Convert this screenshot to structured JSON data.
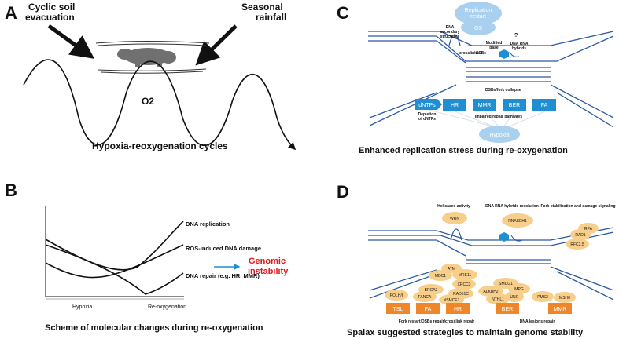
{
  "panelA": {
    "letter": "A",
    "left_line1": "Cyclic soil",
    "left_line2": "evacuation",
    "right_line1": "Seasonal",
    "right_line2": "rainfall",
    "o2": "O2",
    "caption": "Hypoxia-reoxygenation cycles"
  },
  "panelB": {
    "letter": "B",
    "curve1": "DNA replication",
    "curve2": "ROS-induced DNA damage",
    "curve3": "DNA repair (e.g. HR, MMR)",
    "result_line1": "Genomic",
    "result_line2": "instability",
    "x_left": "Hypoxia",
    "x_right": "Re-oxygenation",
    "caption": "Scheme of molecular changes during re-oxygenation",
    "result_color": "#e8141b"
  },
  "panelC": {
    "letter": "C",
    "replication_restart_1": "Replication",
    "replication_restart_2": "restart",
    "os": "OS",
    "dna_secondary_1": "DNA",
    "dna_secondary_2": "secondary",
    "dna_secondary_3": "structures",
    "modified_1": "Modified",
    "modified_2": "base",
    "question": "?",
    "rna_hybrids_1": "DNA RNA",
    "rna_hybrids_2": "hybrids",
    "crosslinks": "crosslinks",
    "ssbs": "SSBs",
    "dsbs": "DSBs/fork collapse",
    "dntps": "dNTPs",
    "depletion_1": "Depletion",
    "depletion_2": "of dNTPs",
    "pathways": [
      "HR",
      "MMR",
      "BER",
      "FA"
    ],
    "impaired": "Impaired repair pathways",
    "hypoxia": "Hypoxia",
    "caption": "Enhanced replication stress during re-oxygenation",
    "box_color": "#1f8fd1",
    "oval_color": "#a9d0ee"
  },
  "panelD": {
    "letter": "D",
    "helicases": "Helicases activity",
    "rna_resolution": "DNA RNA hybrids resolution",
    "fork_stab": "Fork stabilization and damage signaling",
    "wrn": "WRN",
    "rnaseh1": "RNASEH1",
    "rpa": "RPA",
    "rad1": "RAD1",
    "rfc": "RFC3,5",
    "atm": "ATM",
    "mdc1": "MDC1",
    "mre11": "MRE11",
    "xrcc3": "XRCC3",
    "brca2": "BRCA2",
    "rad51c": "RAD51C",
    "fanca": "FANCA",
    "nsmce1": "NSMCE1",
    "polh": "POLH/I",
    "smug1": "SMUG1",
    "alkbh2": "ALKBH2",
    "mpg": "MPG",
    "nthl1": "NTHL1",
    "ung": "UNG",
    "pms2": "PMS2",
    "msh6": "MSH6",
    "boxes": [
      "TSL",
      "FA",
      "HR",
      "BER",
      "MMR"
    ],
    "fork_restart": "Fork restart/DSBs repair/crosslink repair",
    "lesions_repair": "DNA lesions repair",
    "caption": "Spalax suggested strategies to maintain genome stability",
    "box_color": "#f0862a",
    "oval_color": "#f8cf8a"
  }
}
